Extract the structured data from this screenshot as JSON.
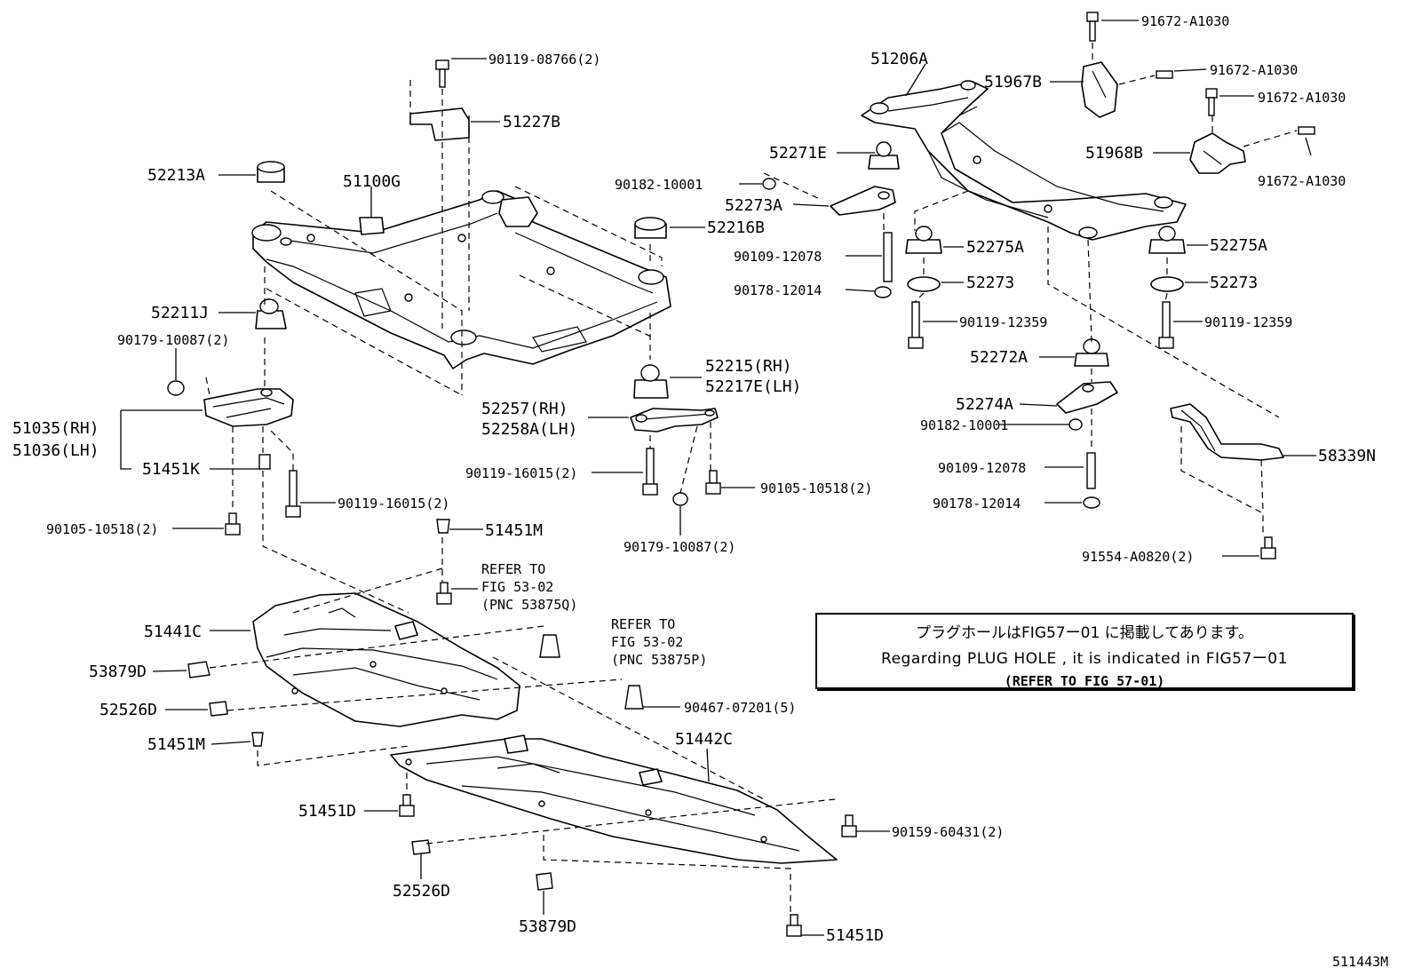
{
  "figure_id": "511443M",
  "note": {
    "line1": "プラグホールはFIG57ー01 に掲載してあります。",
    "line2": "Regarding PLUG HOLE , it is indicated in FIG57ー01",
    "line3": "(REFER TO FIG 57-01)"
  },
  "callouts": {
    "c01": "91672-A1030",
    "c02": "90119-08766(2)",
    "c03": "51206A",
    "c04": "51967B",
    "c05": "91672-A1030",
    "c06": "91672-A1030",
    "c07": "51227B",
    "c08": "52271E",
    "c09": "51968B",
    "c10": "52213A",
    "c11": "51100G",
    "c12": "90182-10001",
    "c13": "91672-A1030",
    "c14": "52273A",
    "c15": "52216B",
    "c16": "52275A",
    "c17": "52275A",
    "c18": "90109-12078",
    "c19": "90178-12014",
    "c20": "52273",
    "c21": "52273",
    "c22": "52211J",
    "c23": "90119-12359",
    "c24": "90119-12359",
    "c25": "90179-10087(2)",
    "c26": "52272A",
    "c27": "52215(RH)",
    "c28": "52217E(LH)",
    "c29": "52274A",
    "c30": "52257(RH)",
    "c31": "52258A(LH)",
    "c32": "51035(RH)",
    "c33": "51036(LH)",
    "c34": "90182-10001",
    "c35": "58339N",
    "c36": "51451K",
    "c37": "90119-16015(2)",
    "c38": "90109-12078",
    "c39": "90105-10518(2)",
    "c40": "90119-16015(2)",
    "c41": "90178-12014",
    "c42": "90105-10518(2)",
    "c43": "51451M",
    "c44": "90179-10087(2)",
    "c45": "91554-A0820(2)",
    "c46": "REFER TO",
    "c47": "FIG 53-02",
    "c48": "(PNC 53875Q)",
    "c49": "51441C",
    "c50": "REFER TO",
    "c51": "FIG 53-02",
    "c52": "(PNC 53875P)",
    "c53": "53879D",
    "c54": "52526D",
    "c55": "90467-07201(5)",
    "c56": "51442C",
    "c57": "51451M",
    "c58": "51451D",
    "c59": "90159-60431(2)",
    "c60": "52526D",
    "c61": "53879D",
    "c62": "51451D"
  }
}
